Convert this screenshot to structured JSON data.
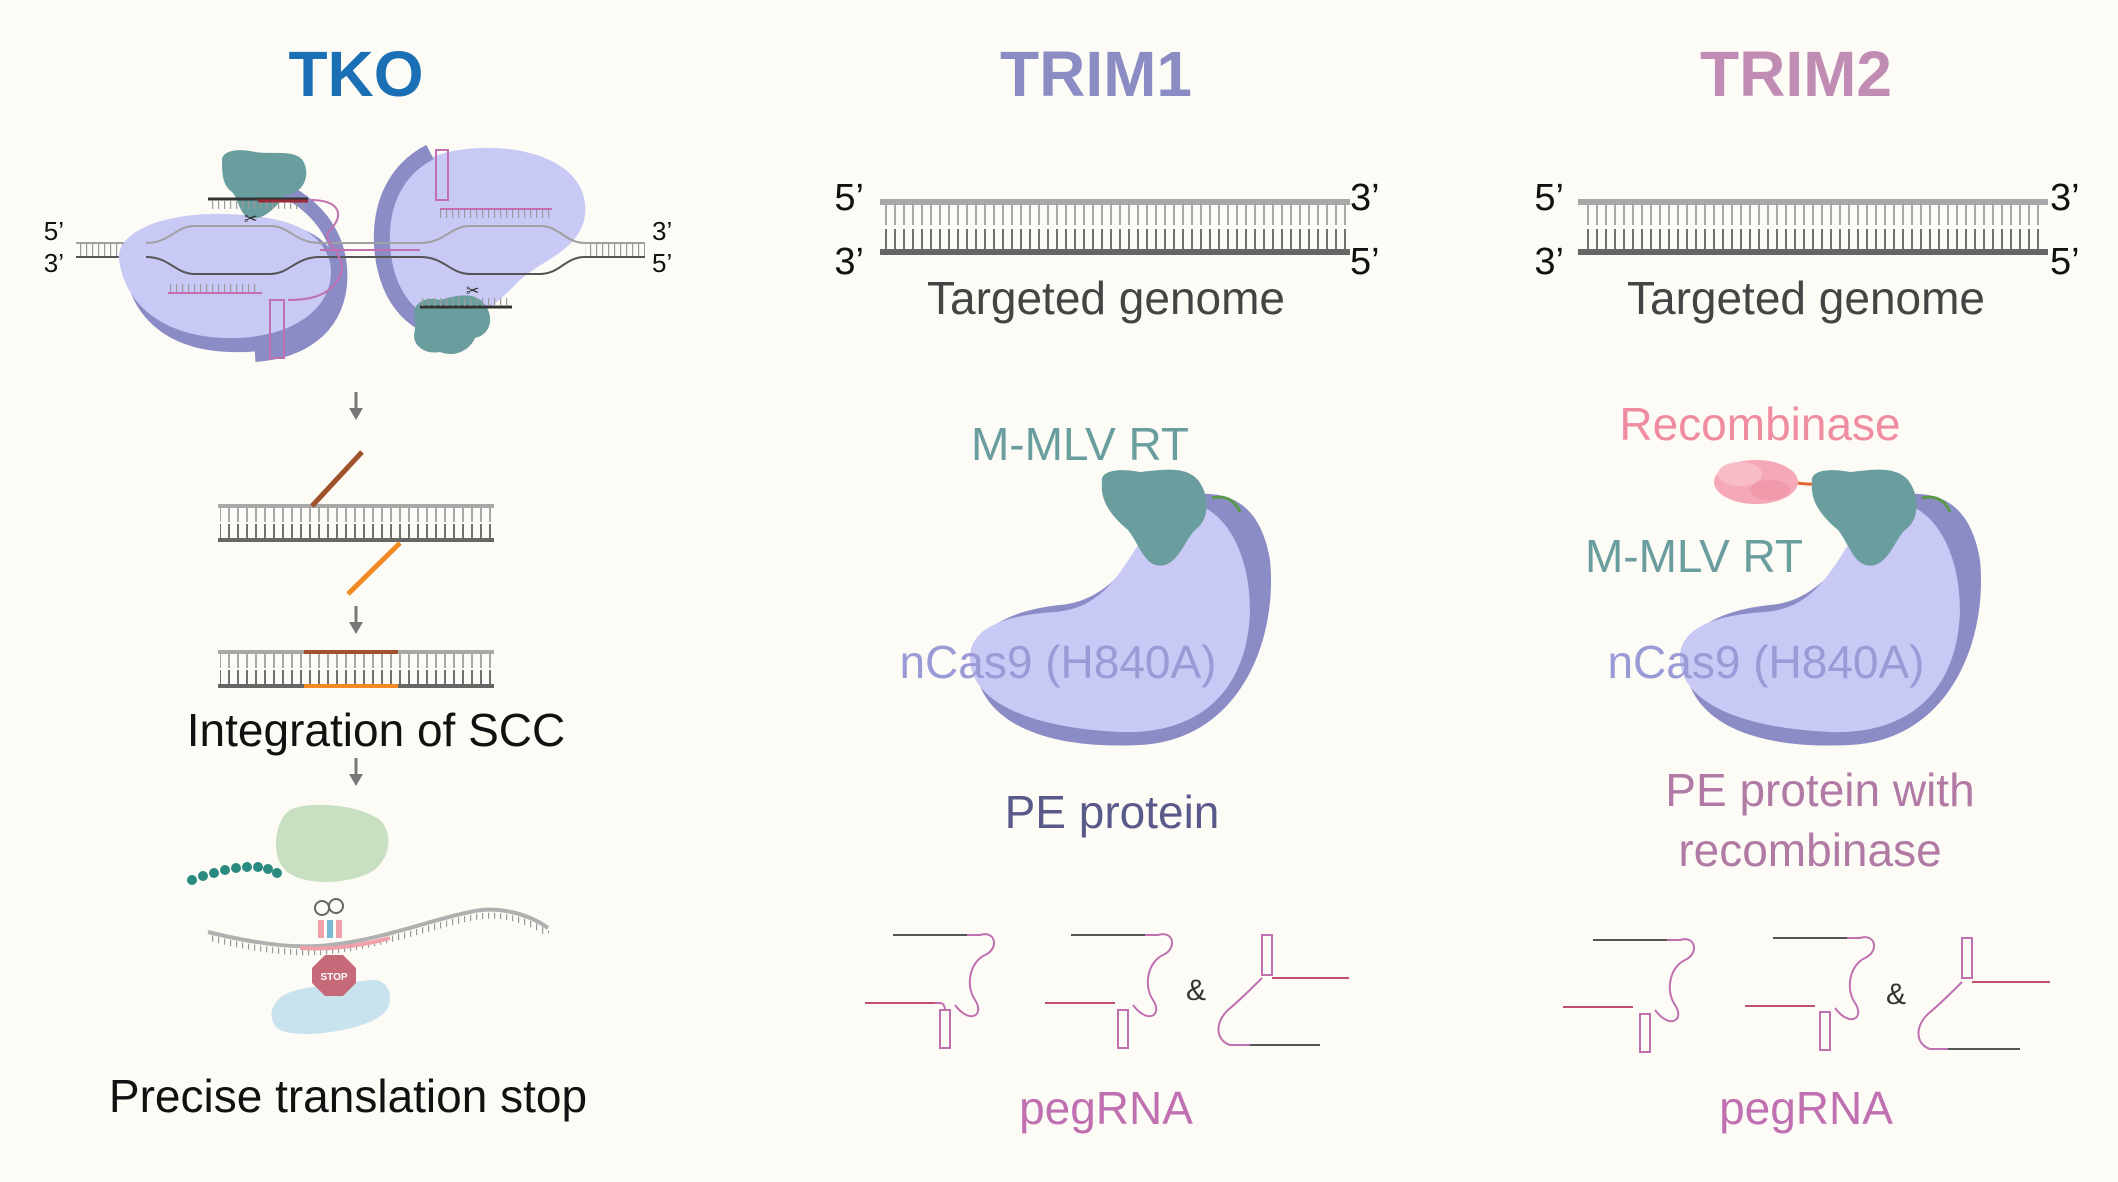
{
  "colors": {
    "background": "#fcfbf6",
    "tko": "#1a6fb5",
    "trim1": "#8c8cc4",
    "trim2": "#c08cb4",
    "rt_teal": "#6a9e9e",
    "cas9_light": "#c9c9f5",
    "cas9_dark": "#8b8bc6",
    "recombinase": "#f08ca0",
    "pegrna": "#c070b0",
    "pe_protein_text": "#5a5a8a",
    "pe_recomb_text": "#b07aa4"
  },
  "columns": {
    "tko": {
      "title": "TKO",
      "ends": {
        "top_left": "5’",
        "bottom_left": "3’",
        "top_right": "3’",
        "bottom_right": "5’"
      },
      "integration_label": "Integration of SCC",
      "stop_sign": "STOP",
      "result_label": "Precise translation stop"
    },
    "trim1": {
      "title": "TRIM1",
      "ends": {
        "top_left": "5’",
        "bottom_left": "3’",
        "top_right": "3’",
        "bottom_right": "5’"
      },
      "genome_label": "Targeted genome",
      "rt_label": "M-MLV RT",
      "cas9_label": "nCas9 (H840A)",
      "protein_label": "PE protein",
      "ampersand": "&",
      "pegrna_label": "pegRNA"
    },
    "trim2": {
      "title": "TRIM2",
      "ends": {
        "top_left": "5’",
        "bottom_left": "3’",
        "top_right": "3’",
        "bottom_right": "5’"
      },
      "genome_label": "Targeted genome",
      "recombinase_label": "Recombinase",
      "rt_label": "M-MLV RT",
      "cas9_label": "nCas9 (H840A)",
      "protein_label_line1": "PE protein with",
      "protein_label_line2": "recombinase",
      "ampersand": "&",
      "pegrna_label": "pegRNA"
    }
  }
}
